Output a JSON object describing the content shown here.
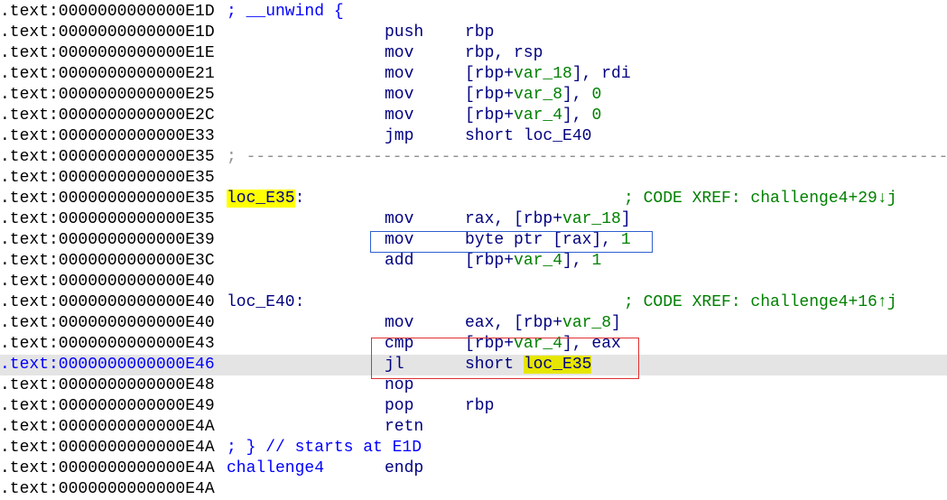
{
  "colors": {
    "highlight": "#ffff00",
    "current_line": "#e4e4e4",
    "blue_box": "#2f5fd0",
    "red_box": "#e03030"
  },
  "rows": [
    {
      "addr": ".text:0000000000000E1D",
      "comment": "; __unwind {"
    },
    {
      "addr": ".text:0000000000000E1D",
      "mnem": "push",
      "ops": [
        [
          "reg",
          "rbp"
        ]
      ]
    },
    {
      "addr": ".text:0000000000000E1E",
      "mnem": "mov",
      "ops": [
        [
          "reg",
          "rbp, rsp"
        ]
      ]
    },
    {
      "addr": ".text:0000000000000E21",
      "mnem": "mov",
      "ops": [
        [
          "plain",
          "[rbp+"
        ],
        [
          "var",
          "var_18"
        ],
        [
          "plain",
          "], rdi"
        ]
      ]
    },
    {
      "addr": ".text:0000000000000E25",
      "mnem": "mov",
      "ops": [
        [
          "plain",
          "[rbp+"
        ],
        [
          "var",
          "var_8"
        ],
        [
          "plain",
          "], "
        ],
        [
          "num",
          "0"
        ]
      ]
    },
    {
      "addr": ".text:0000000000000E2C",
      "mnem": "mov",
      "ops": [
        [
          "plain",
          "[rbp+"
        ],
        [
          "var",
          "var_4"
        ],
        [
          "plain",
          "], "
        ],
        [
          "num",
          "0"
        ]
      ]
    },
    {
      "addr": ".text:0000000000000E33",
      "mnem": "jmp",
      "ops": [
        [
          "plain",
          "short loc_E40"
        ]
      ]
    },
    {
      "addr": ".text:0000000000000E35",
      "separator": "; ------------------------------------------------------------------------"
    },
    {
      "addr": ".text:0000000000000E35"
    },
    {
      "addr": ".text:0000000000000E35",
      "label": "loc_E35",
      "label_hl": true,
      "xref": "; CODE XREF: challenge4+29↓j"
    },
    {
      "addr": ".text:0000000000000E35",
      "mnem": "mov",
      "ops": [
        [
          "plain",
          "rax, [rbp+"
        ],
        [
          "var",
          "var_18"
        ],
        [
          "plain",
          "]"
        ]
      ]
    },
    {
      "addr": ".text:0000000000000E39",
      "mnem": "mov",
      "ops": [
        [
          "plain",
          "byte ptr [rax], "
        ],
        [
          "num",
          "1"
        ]
      ]
    },
    {
      "addr": ".text:0000000000000E3C",
      "mnem": "add",
      "ops": [
        [
          "plain",
          "[rbp+"
        ],
        [
          "var",
          "var_4"
        ],
        [
          "plain",
          "], "
        ],
        [
          "num",
          "1"
        ]
      ]
    },
    {
      "addr": ".text:0000000000000E40"
    },
    {
      "addr": ".text:0000000000000E40",
      "label": "loc_E40",
      "xref": "; CODE XREF: challenge4+16↑j"
    },
    {
      "addr": ".text:0000000000000E40",
      "mnem": "mov",
      "ops": [
        [
          "plain",
          "eax, [rbp+"
        ],
        [
          "var",
          "var_8"
        ],
        [
          "plain",
          "]"
        ]
      ]
    },
    {
      "addr": ".text:0000000000000E43",
      "mnem": "cmp",
      "ops": [
        [
          "plain",
          "[rbp+"
        ],
        [
          "var",
          "var_4"
        ],
        [
          "plain",
          "], eax"
        ]
      ]
    },
    {
      "addr": ".text:0000000000000E46",
      "current": true,
      "mnem": "jl",
      "ops": [
        [
          "plain",
          "short "
        ],
        [
          "hl",
          "loc_E35"
        ]
      ]
    },
    {
      "addr": ".text:0000000000000E48",
      "mnem": "nop"
    },
    {
      "addr": ".text:0000000000000E49",
      "mnem": "pop",
      "ops": [
        [
          "reg",
          "rbp"
        ]
      ]
    },
    {
      "addr": ".text:0000000000000E4A",
      "mnem": "retn"
    },
    {
      "addr": ".text:0000000000000E4A",
      "comment": "; } // starts at E1D"
    },
    {
      "addr": ".text:0000000000000E4A",
      "func": "challenge4",
      "mnem": "endp"
    },
    {
      "addr": ".text:0000000000000E4A"
    }
  ]
}
